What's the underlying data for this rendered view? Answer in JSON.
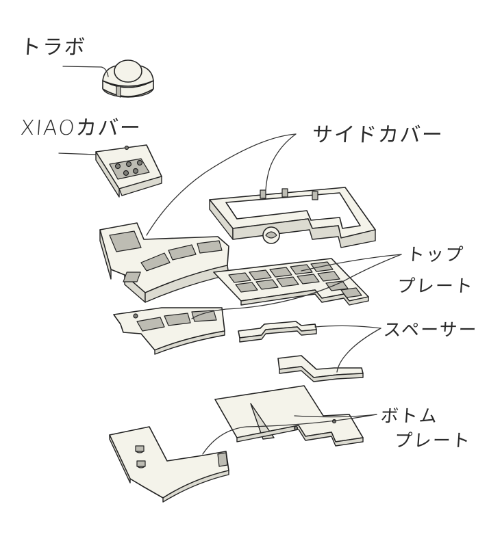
{
  "labels": {
    "trackball": "トラボ",
    "xiao_cover": "XIAOカバー",
    "side_cover": "サイドカバー",
    "top_plate_line1": "トップ",
    "top_plate_line2": "プレート",
    "spacer": "スペーサー",
    "bottom_plate_line1": "ボトム",
    "bottom_plate_line2": "プレート"
  },
  "colors": {
    "part_fill": "#f4f3ea",
    "part_shade": "#dcdbd1",
    "outline": "#222222",
    "ink": "#2a2a2a"
  }
}
